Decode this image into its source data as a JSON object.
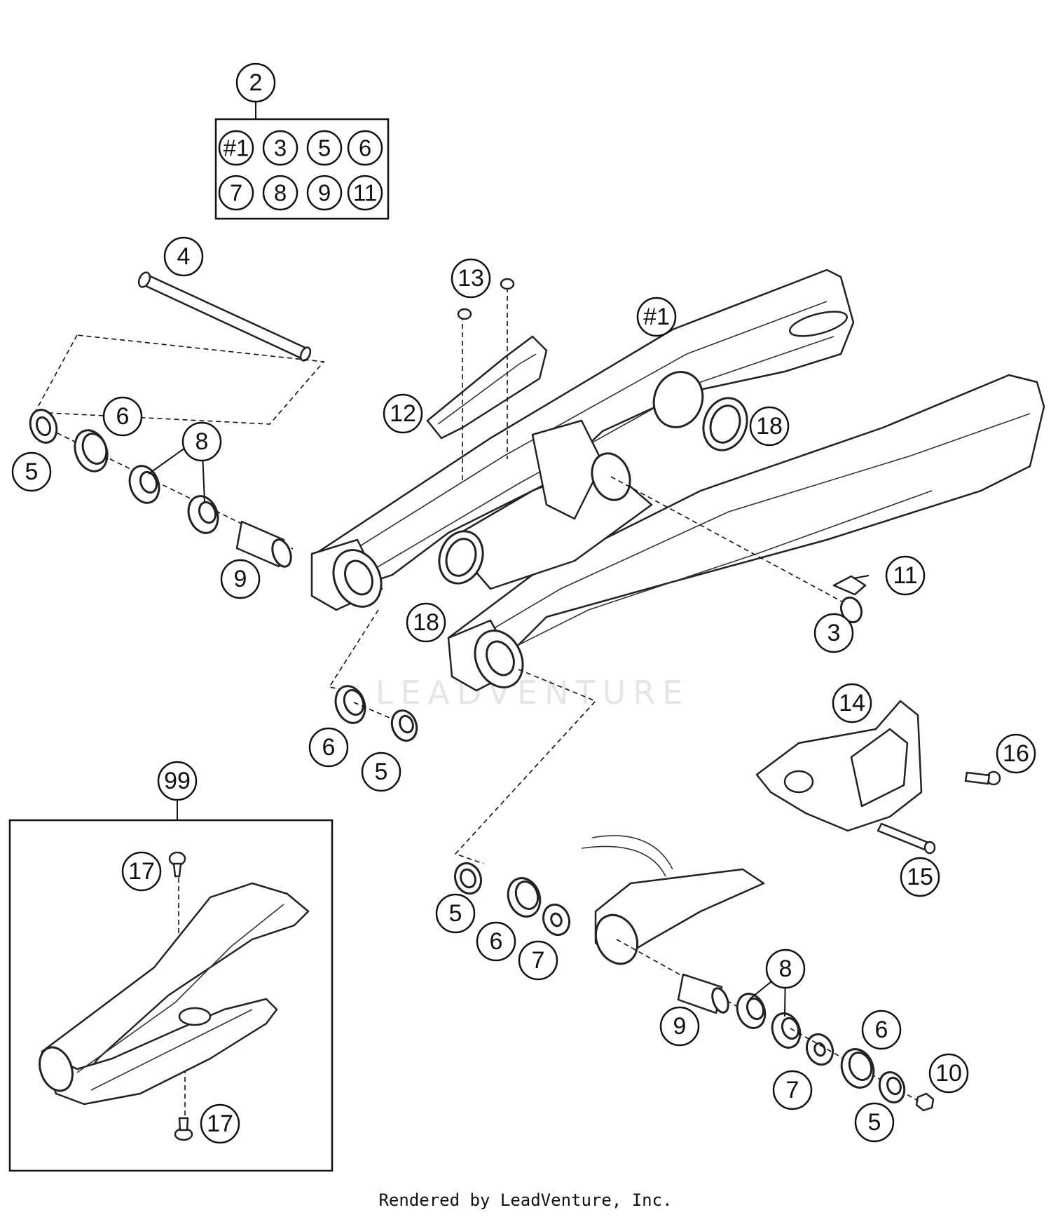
{
  "diagram": {
    "watermark": "LEADVENTURE",
    "kit_items": [
      "#1",
      "3",
      "5",
      "6",
      "7",
      "8",
      "9",
      "11"
    ],
    "callouts": [
      {
        "id": "c-2",
        "label": "2"
      },
      {
        "id": "c-4",
        "label": "4"
      },
      {
        "id": "c-13",
        "label": "13"
      },
      {
        "id": "c-1",
        "label": "#1"
      },
      {
        "id": "c-12",
        "label": "12"
      },
      {
        "id": "c-18a",
        "label": "18"
      },
      {
        "id": "c-6a",
        "label": "6"
      },
      {
        "id": "c-5a",
        "label": "5"
      },
      {
        "id": "c-8a",
        "label": "8"
      },
      {
        "id": "c-9a",
        "label": "9"
      },
      {
        "id": "c-18b",
        "label": "18"
      },
      {
        "id": "c-11",
        "label": "11"
      },
      {
        "id": "c-3",
        "label": "3"
      },
      {
        "id": "c-6b",
        "label": "6"
      },
      {
        "id": "c-5b",
        "label": "5"
      },
      {
        "id": "c-14",
        "label": "14"
      },
      {
        "id": "c-16",
        "label": "16"
      },
      {
        "id": "c-15",
        "label": "15"
      },
      {
        "id": "c-99",
        "label": "99"
      },
      {
        "id": "c-17a",
        "label": "17"
      },
      {
        "id": "c-17b",
        "label": "17"
      },
      {
        "id": "c-5c",
        "label": "5"
      },
      {
        "id": "c-6c",
        "label": "6"
      },
      {
        "id": "c-7a",
        "label": "7"
      },
      {
        "id": "c-8b",
        "label": "8"
      },
      {
        "id": "c-9b",
        "label": "9"
      },
      {
        "id": "c-6d",
        "label": "6"
      },
      {
        "id": "c-10",
        "label": "10"
      },
      {
        "id": "c-7b",
        "label": "7"
      },
      {
        "id": "c-5d",
        "label": "5"
      }
    ]
  },
  "footer": {
    "text": "Rendered by LeadVenture, Inc."
  }
}
